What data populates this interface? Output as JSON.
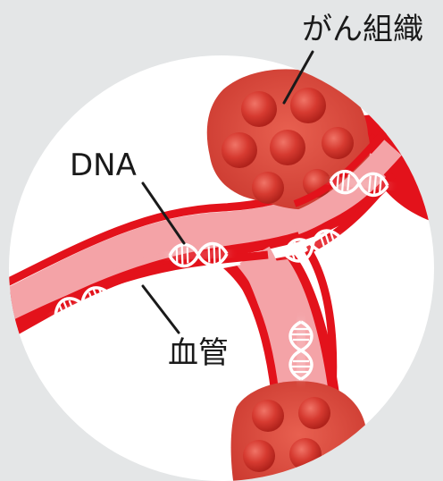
{
  "labels": {
    "cancer_tissue": "がん組織",
    "dna": "DNA",
    "blood_vessel": "血管"
  },
  "colors": {
    "background": "#e4e6e7",
    "circle": "#ffffff",
    "vessel_wall": "#e3121b",
    "vessel_lumen": "#f4a3a7",
    "tissue": "#d9463b",
    "tissue_cell": "#c0281f",
    "dna": "#ffffff",
    "text": "#1a1a1a"
  },
  "icons": {
    "dna": "dna-helix-icon",
    "tissue": "cancer-cell-cluster-icon"
  }
}
